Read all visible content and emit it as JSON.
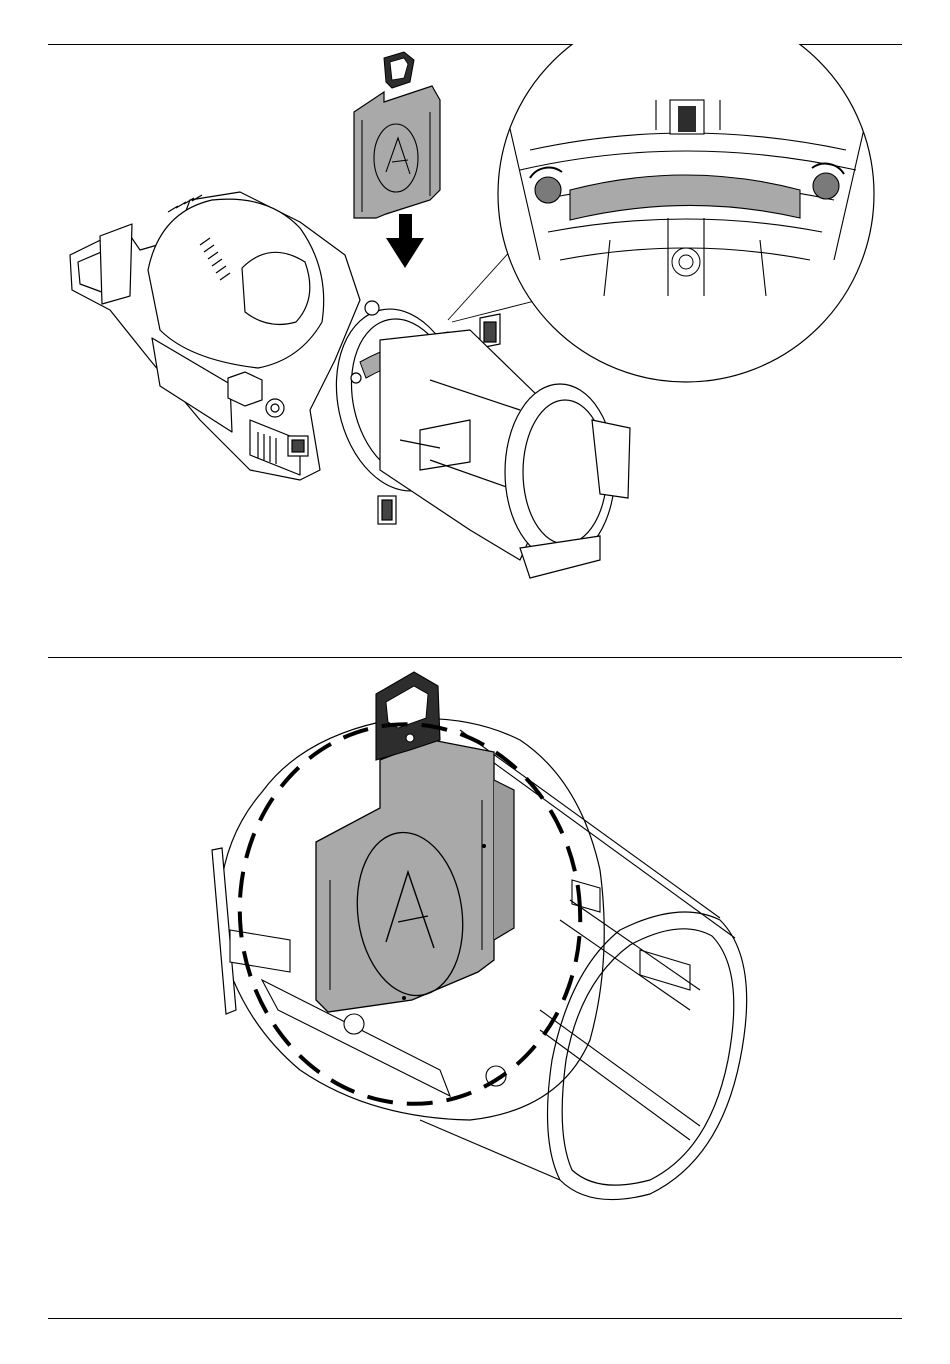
{
  "page": {
    "background": "#ffffff",
    "line_color": "#000000",
    "filter_fill": "#a9a9a9",
    "handle_fill": "#2d2d2d"
  },
  "figures": [
    {
      "icon": "spotlight-insert-filter-illustration",
      "detail_inset": true,
      "arrow_direction": "down"
    },
    {
      "icon": "lens-tube-with-filter-illustration",
      "highlight_style": "dashed-outline"
    }
  ]
}
